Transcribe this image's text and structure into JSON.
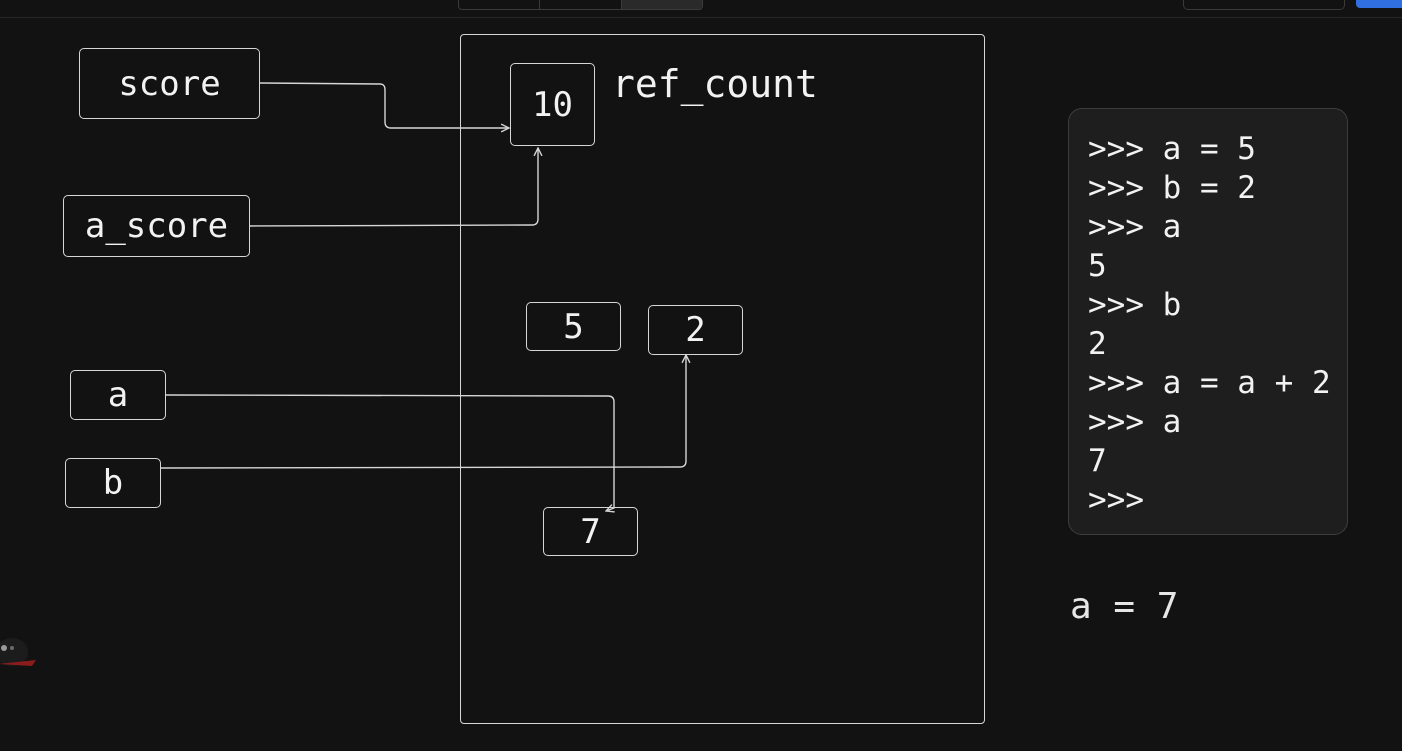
{
  "variables": [
    {
      "id": "score",
      "label": "score"
    },
    {
      "id": "a_score",
      "label": "a_score"
    },
    {
      "id": "a",
      "label": "a"
    },
    {
      "id": "b",
      "label": "b"
    }
  ],
  "memory": {
    "objects": [
      {
        "id": "obj10",
        "value": "10"
      },
      {
        "id": "obj5",
        "value": "5"
      },
      {
        "id": "obj2",
        "value": "2"
      },
      {
        "id": "obj7",
        "value": "7"
      }
    ],
    "ref_count_label": "ref_count"
  },
  "repl": {
    "lines": [
      ">>> a = 5",
      ">>> b = 2",
      ">>> a",
      "5",
      ">>> b",
      "2",
      ">>> a = a + 2",
      ">>> a",
      "7",
      ">>>"
    ]
  },
  "status": "a = 7",
  "colors": {
    "background": "#121212",
    "stroke": "#d6d6d6",
    "panel": "#1e1e1e",
    "accent": "#2f6fe0"
  }
}
